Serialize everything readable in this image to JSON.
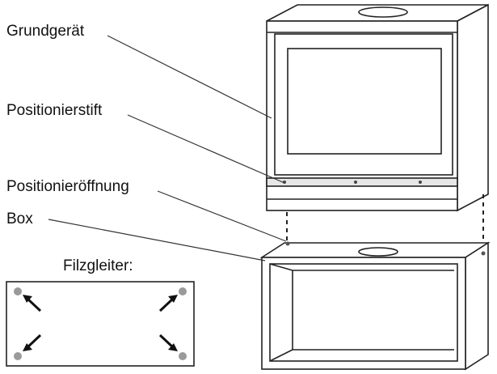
{
  "labels": {
    "grundgeraet": "Grundgerät",
    "positionierstift": "Positionierstift",
    "positionieroeffnung": "Positionieröffnung",
    "box": "Box",
    "filzgleiter": "Filzgleiter:"
  },
  "colors": {
    "line": "#222222",
    "panel_fill": "#ffffff",
    "shade": "#bdbdbd",
    "felt_dot": "#9a9a9a"
  }
}
